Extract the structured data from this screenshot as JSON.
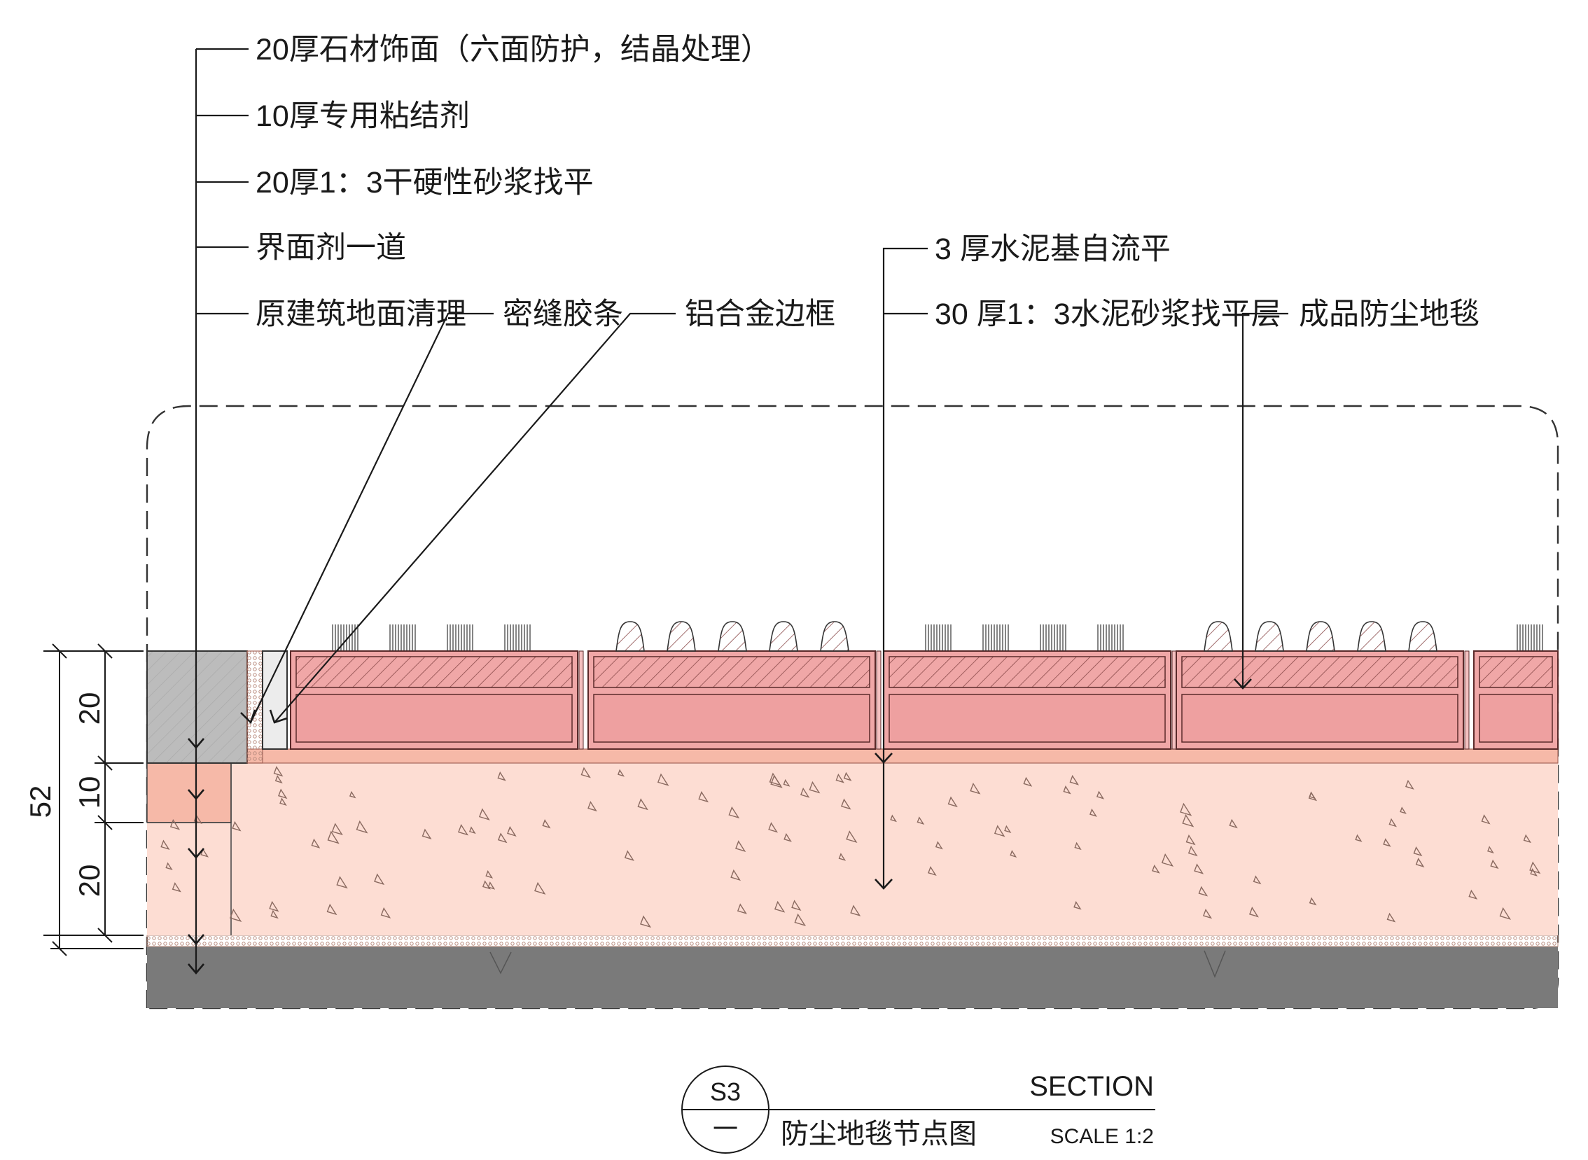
{
  "callouts_left": [
    "20厚石材饰面（六面防护，结晶处理）",
    "10厚专用粘结剂",
    "20厚1：3干硬性砂浆找平",
    "界面剂一道",
    "原建筑地面清理"
  ],
  "callouts_mid": {
    "seal_strip": "密缝胶条",
    "alu_frame": "铝合金边框"
  },
  "callouts_right": {
    "self_level": "3 厚水泥基自流平",
    "mortar": "30 厚1：3水泥砂浆找平层",
    "mat": "成品防尘地毯"
  },
  "dimensions": {
    "d1": "20",
    "d2": "10",
    "d3": "20",
    "total": "52"
  },
  "title_block": {
    "code": "S3",
    "sheet": "一",
    "heading": "SECTION",
    "name": "防尘地毯节点图",
    "scale": "SCALE 1:2"
  },
  "colors": {
    "stone": "#bcbcbc",
    "mat": "#f0a7a7",
    "mortar": "#fdddd3",
    "base": "#7a7a7a"
  }
}
